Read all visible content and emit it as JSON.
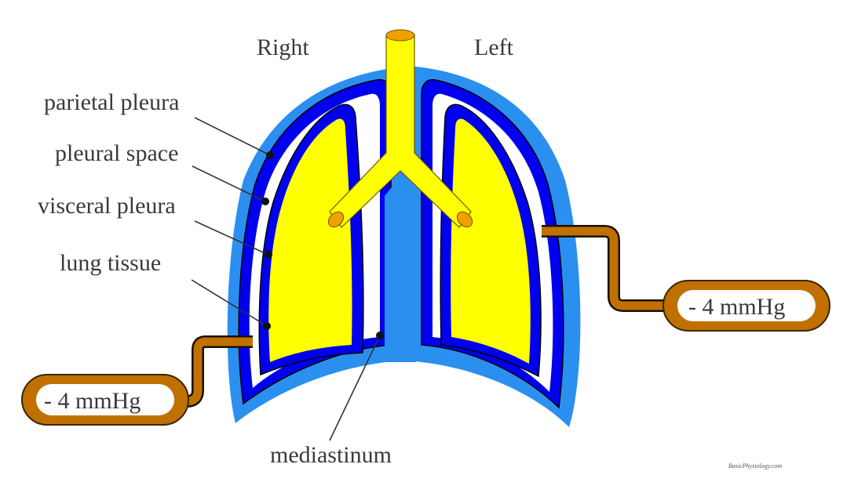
{
  "diagram": {
    "side_labels": {
      "right": "Right",
      "left": "Left"
    },
    "structure_labels": {
      "parietal_pleura": "parietal pleura",
      "pleural_space": "pleural space",
      "visceral_pleura": "visceral pleura",
      "lung_tissue": "lung tissue",
      "mediastinum": "mediastinum"
    },
    "pressure_gauges": {
      "right_side": "- 4 mmHg",
      "left_side": "- 4 mmHg"
    },
    "credit": "BasicPhysiology.com",
    "colors": {
      "chest_wall": "#2b8ff0",
      "pleura": "#0000ee",
      "pleural_space": "#ffffff",
      "lung_tissue": "#ffff00",
      "airway": "#ffff00",
      "airway_opening": "#f0a000",
      "gauge_tube": "#c07000",
      "mediastinum": "#2b8ff0"
    }
  }
}
